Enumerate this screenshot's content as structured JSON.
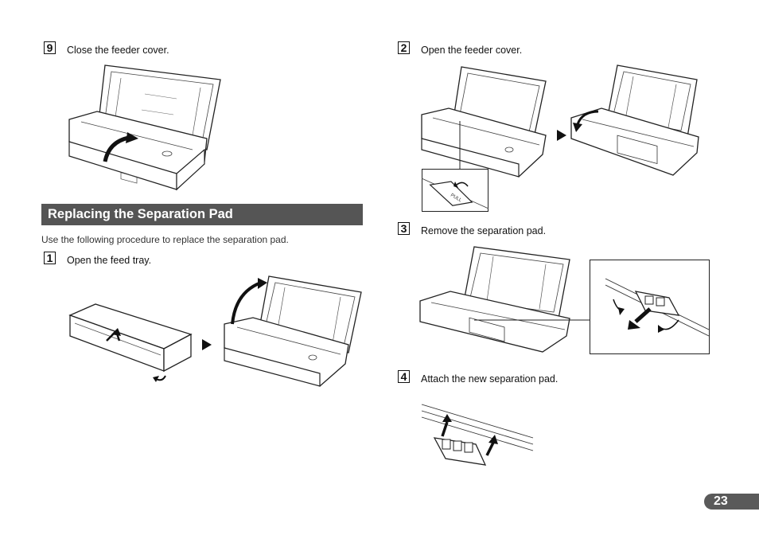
{
  "steps": {
    "step9": {
      "number": "9",
      "text": "Close the feeder cover."
    },
    "step1": {
      "number": "1",
      "text": "Open the feed tray."
    },
    "step2": {
      "number": "2",
      "text": "Open the feeder cover."
    },
    "step3": {
      "number": "3",
      "text": "Remove the separation pad."
    },
    "step4": {
      "number": "4",
      "text": "Attach the new separation pad."
    }
  },
  "section": {
    "title": "Replacing the Separation Pad",
    "intro": "Use the following procedure to replace the separation pad."
  },
  "callout": {
    "pull_label": "PULL"
  },
  "page": {
    "number": "23"
  }
}
